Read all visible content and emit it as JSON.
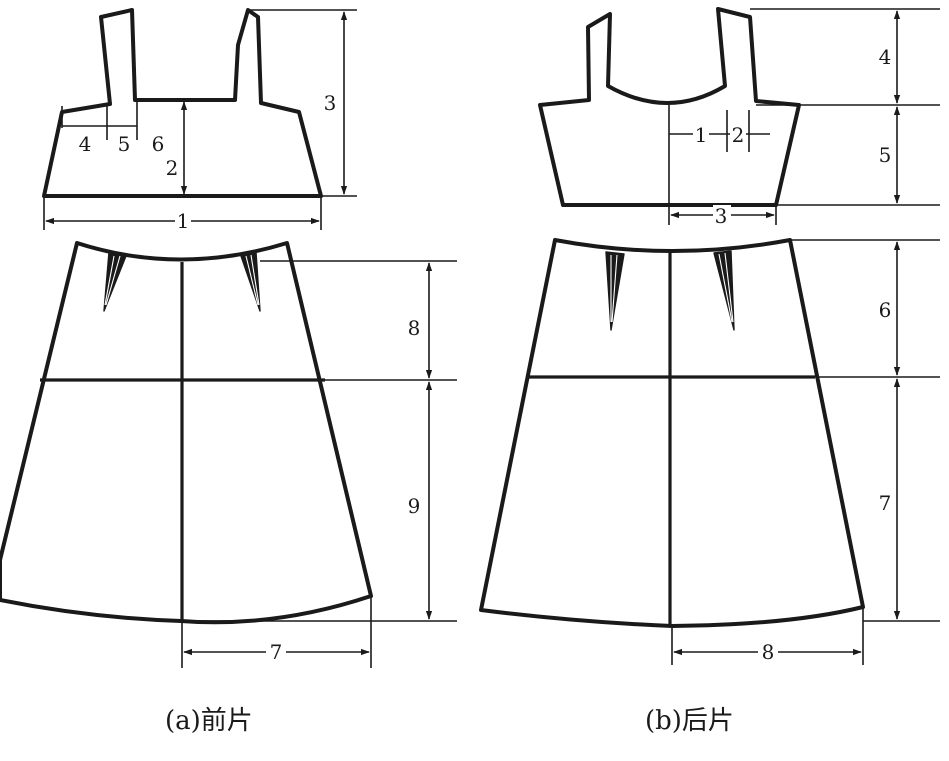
{
  "front": {
    "caption": "(a)前片",
    "dimensions": {
      "d1": "1",
      "d2": "2",
      "d3": "3",
      "d4": "4",
      "d5": "5",
      "d6": "6",
      "d7": "7",
      "d8": "8",
      "d9": "9"
    }
  },
  "back": {
    "caption": "(b)后片",
    "dimensions": {
      "d1": "1",
      "d2": "2",
      "d3": "3",
      "d4": "4",
      "d5": "5",
      "d6": "6",
      "d7": "7",
      "d8": "8"
    }
  }
}
